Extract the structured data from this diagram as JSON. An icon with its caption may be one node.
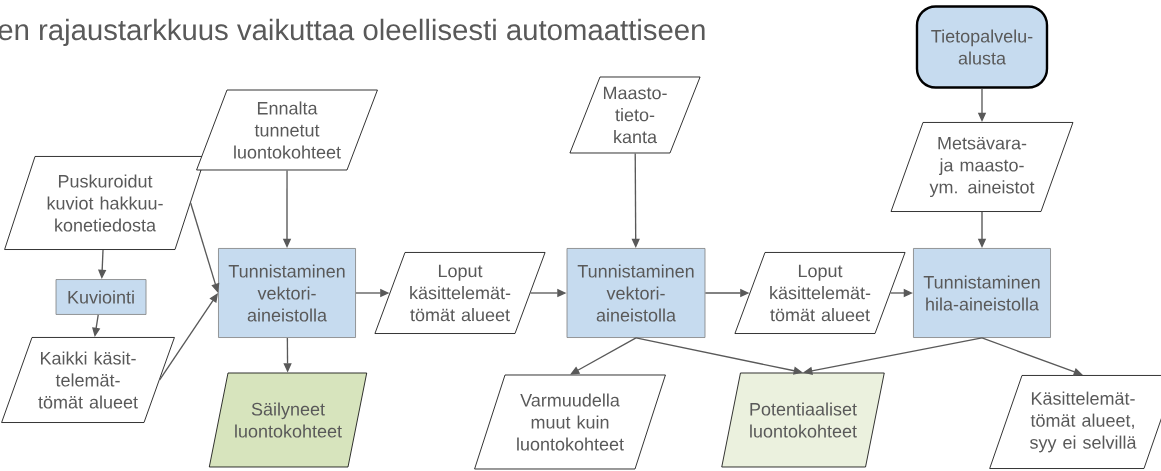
{
  "diagram": {
    "nodes": [
      {
        "text": [
          "Puskuroidut kuviot hakkuu- konetiedosta"
        ]
      },
      {
        "text": [
          "Kuviointi"
        ]
      },
      {
        "text": [
          "Kaikki käsit- telemät- tömät alueet"
        ]
      },
      {
        "text": [
          "Ennalta tunnetut luontokohteet"
        ]
      },
      {
        "text": [
          "Tunnistaminen vektori- aineistolla"
        ]
      },
      {
        "text": [
          "Säilyneet luontokohteet"
        ]
      },
      {
        "text": [
          "Loput käsittelemät- tömät alueet"
        ]
      },
      {
        "text": [
          "Maasto- tieto- kanta"
        ]
      },
      {
        "text": [
          "Tunnistaminen vektori- aineistolla"
        ]
      },
      {
        "text": [
          "Varmuudella muut kuin luontokohteet"
        ]
      },
      {
        "text": [
          "Loput käsittelemät- tömät alueet"
        ]
      },
      {
        "text": [
          "Potentiaaliset luontokohteet"
        ]
      },
      {
        "text": [
          "Tietopalvelu- alusta"
        ]
      },
      {
        "text": [
          "Metsävara- ja maasto- ym. aineistot"
        ]
      },
      {
        "text": [
          "Tunnistaminen hila-aineistolla"
        ]
      },
      {
        "text": [
          "Käsittelemät- tömät alueet, syy ei selvillä"
        ]
      }
    ],
    "edges": [
      {
        "from": 0,
        "to": 1,
        "arrow": "to"
      },
      {
        "from": 1,
        "to": 2,
        "arrow": "to"
      },
      {
        "from": 0,
        "to": 4,
        "arrow": "to"
      },
      {
        "from": 2,
        "to": 4,
        "arrow": "to"
      },
      {
        "from": 3,
        "to": 4,
        "arrow": "to"
      },
      {
        "from": 4,
        "to": 5,
        "arrow": "to"
      },
      {
        "from": 4,
        "to": 6,
        "arrow": "to"
      },
      {
        "from": 6,
        "to": 8,
        "arrow": "to"
      },
      {
        "from": 7,
        "to": 8,
        "arrow": "to"
      },
      {
        "from": 8,
        "to": 9,
        "arrow": "to"
      },
      {
        "from": 8,
        "to": 11,
        "arrow": "to"
      },
      {
        "from": 8,
        "to": 10,
        "arrow": "to"
      },
      {
        "from": 10,
        "to": 14,
        "arrow": "to"
      },
      {
        "from": 12,
        "to": 13,
        "arrow": "to"
      },
      {
        "from": 13,
        "to": 14,
        "arrow": "to"
      },
      {
        "from": 14,
        "to": 11,
        "arrow": "to"
      },
      {
        "from": 14,
        "to": 15,
        "arrow": "to"
      }
    ],
    "labels": [
      "en rajaustarkkuus vaikuttaa oleellisesti automaattiseen"
    ]
  }
}
